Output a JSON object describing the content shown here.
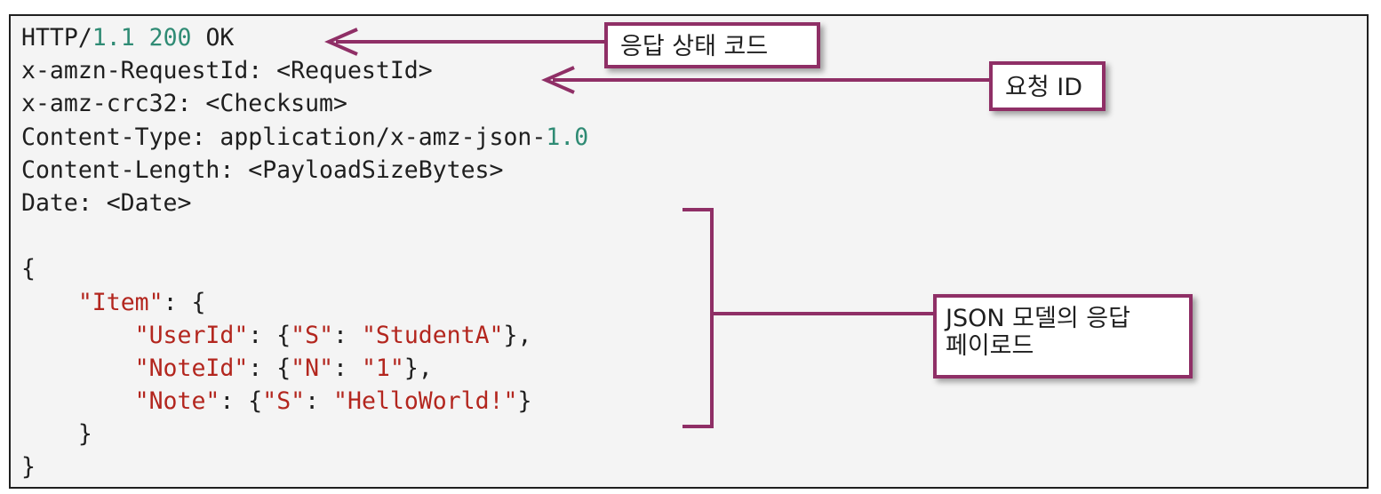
{
  "code": {
    "lines": [
      [
        {
          "t": "HTTP/"
        },
        {
          "t": "1.1",
          "c": "num"
        },
        {
          "t": " "
        },
        {
          "t": "200",
          "c": "num"
        },
        {
          "t": " OK"
        }
      ],
      [
        {
          "t": "x-amzn-RequestId: <RequestId>"
        }
      ],
      [
        {
          "t": "x-amz-crc32: <Checksum>"
        }
      ],
      [
        {
          "t": "Content-Type: application/x-amz-json-"
        },
        {
          "t": "1.0",
          "c": "num"
        }
      ],
      [
        {
          "t": "Content-Length: <PayloadSizeBytes>"
        }
      ],
      [
        {
          "t": "Date: <Date>"
        }
      ],
      [],
      [
        {
          "t": "{"
        }
      ],
      [
        {
          "t": "    "
        },
        {
          "t": "\"Item\"",
          "c": "str"
        },
        {
          "t": ": {"
        }
      ],
      [
        {
          "t": "        "
        },
        {
          "t": "\"UserId\"",
          "c": "str"
        },
        {
          "t": ": {"
        },
        {
          "t": "\"S\"",
          "c": "str"
        },
        {
          "t": ": "
        },
        {
          "t": "\"StudentA\"",
          "c": "str"
        },
        {
          "t": "},"
        }
      ],
      [
        {
          "t": "        "
        },
        {
          "t": "\"NoteId\"",
          "c": "str"
        },
        {
          "t": ": {"
        },
        {
          "t": "\"N\"",
          "c": "str"
        },
        {
          "t": ": "
        },
        {
          "t": "\"1\"",
          "c": "str"
        },
        {
          "t": "},"
        }
      ],
      [
        {
          "t": "        "
        },
        {
          "t": "\"Note\"",
          "c": "str"
        },
        {
          "t": ": {"
        },
        {
          "t": "\"S\"",
          "c": "str"
        },
        {
          "t": ": "
        },
        {
          "t": "\"HelloWorld!\"",
          "c": "str"
        },
        {
          "t": "}"
        }
      ],
      [
        {
          "t": "    }"
        }
      ],
      [
        {
          "t": "}"
        }
      ]
    ]
  },
  "callouts": {
    "status_code": "응답 상태 코드",
    "request_id": "요청 ID",
    "payload_line1": "JSON 모델의 응답",
    "payload_line2": "페이로드"
  },
  "colors": {
    "accent": "#8f2f66",
    "number": "#2f8b74",
    "string": "#b3261e",
    "text": "#1f1f1f",
    "panel_background": "#f4f4f4"
  }
}
